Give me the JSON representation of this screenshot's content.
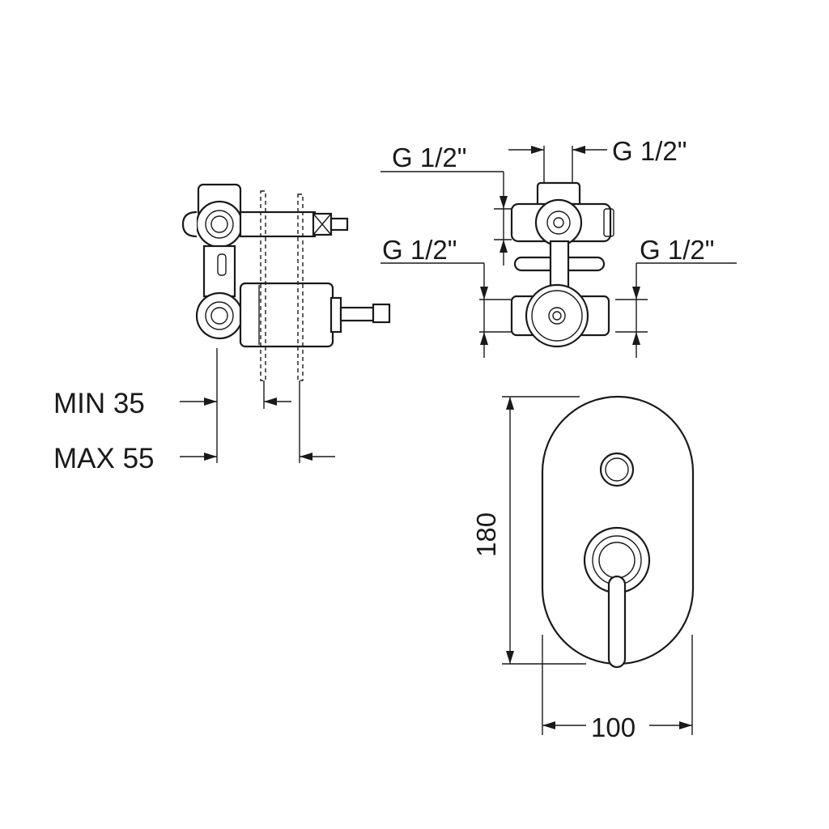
{
  "diagram": {
    "labels": {
      "min_depth": "MIN 35",
      "max_depth": "MAX 55",
      "thread_top_left": "G 1/2\"",
      "thread_top_right": "G 1/2\"",
      "thread_mid_left": "G 1/2\"",
      "thread_mid_right": "G 1/2\"",
      "height": "180",
      "width": "100"
    }
  }
}
